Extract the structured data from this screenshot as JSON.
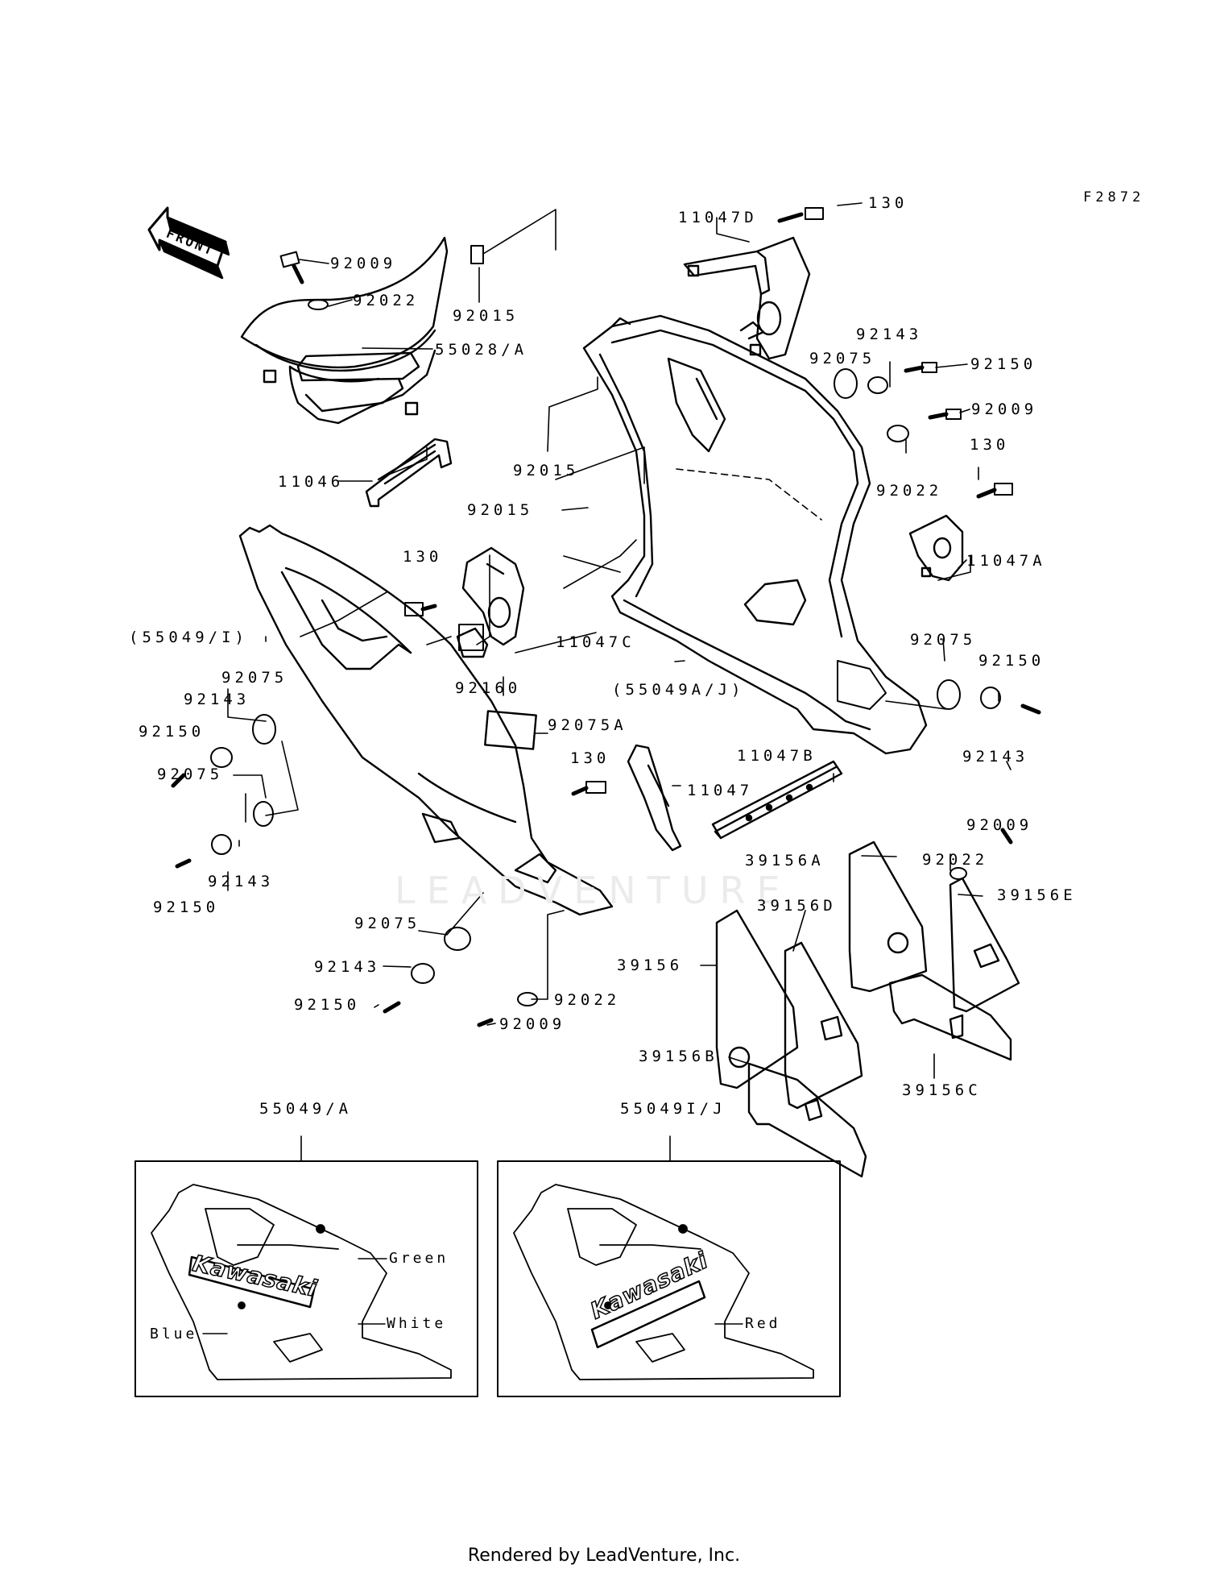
{
  "diagram": {
    "code": "F2872",
    "front_label": "FRONT",
    "watermark": "LEADVENTURE",
    "footer": "Rendered by LeadVenture, Inc.",
    "parts": [
      {
        "label": "130"
      },
      {
        "label": "11047D"
      },
      {
        "label": "92009"
      },
      {
        "label": "92022"
      },
      {
        "label": "92015"
      },
      {
        "label": "55028/A"
      },
      {
        "label": "11046"
      },
      {
        "label": "92143"
      },
      {
        "label": "92075"
      },
      {
        "label": "92150"
      },
      {
        "label": "92009"
      },
      {
        "label": "130"
      },
      {
        "label": "92022"
      },
      {
        "label": "92015"
      },
      {
        "label": "92015"
      },
      {
        "label": "11047A"
      },
      {
        "label": "130"
      },
      {
        "label": "(55049/I)"
      },
      {
        "label": "11047C"
      },
      {
        "label": "92075"
      },
      {
        "label": "92143"
      },
      {
        "label": "92160"
      },
      {
        "label": "92150"
      },
      {
        "label": "(55049A/J)"
      },
      {
        "label": "92075"
      },
      {
        "label": "92150"
      },
      {
        "label": "92075A"
      },
      {
        "label": "130"
      },
      {
        "label": "11047B"
      },
      {
        "label": "11047"
      },
      {
        "label": "92143"
      },
      {
        "label": "92009"
      },
      {
        "label": "92075"
      },
      {
        "label": "92143"
      },
      {
        "label": "92150"
      },
      {
        "label": "92022"
      },
      {
        "label": "39156A"
      },
      {
        "label": "39156E"
      },
      {
        "label": "39156D"
      },
      {
        "label": "92075"
      },
      {
        "label": "39156"
      },
      {
        "label": "92143"
      },
      {
        "label": "92150"
      },
      {
        "label": "92022"
      },
      {
        "label": "92009"
      },
      {
        "label": "39156B"
      },
      {
        "label": "39156C"
      },
      {
        "label": "55049/A"
      },
      {
        "label": "55049I/J"
      }
    ],
    "inset_left": {
      "brand": "Kawasaki",
      "colors": [
        {
          "label": "Green"
        },
        {
          "label": "White"
        },
        {
          "label": "Blue"
        }
      ]
    },
    "inset_right": {
      "brand": "Kawasaki",
      "colors": [
        {
          "label": "Red"
        }
      ]
    }
  }
}
